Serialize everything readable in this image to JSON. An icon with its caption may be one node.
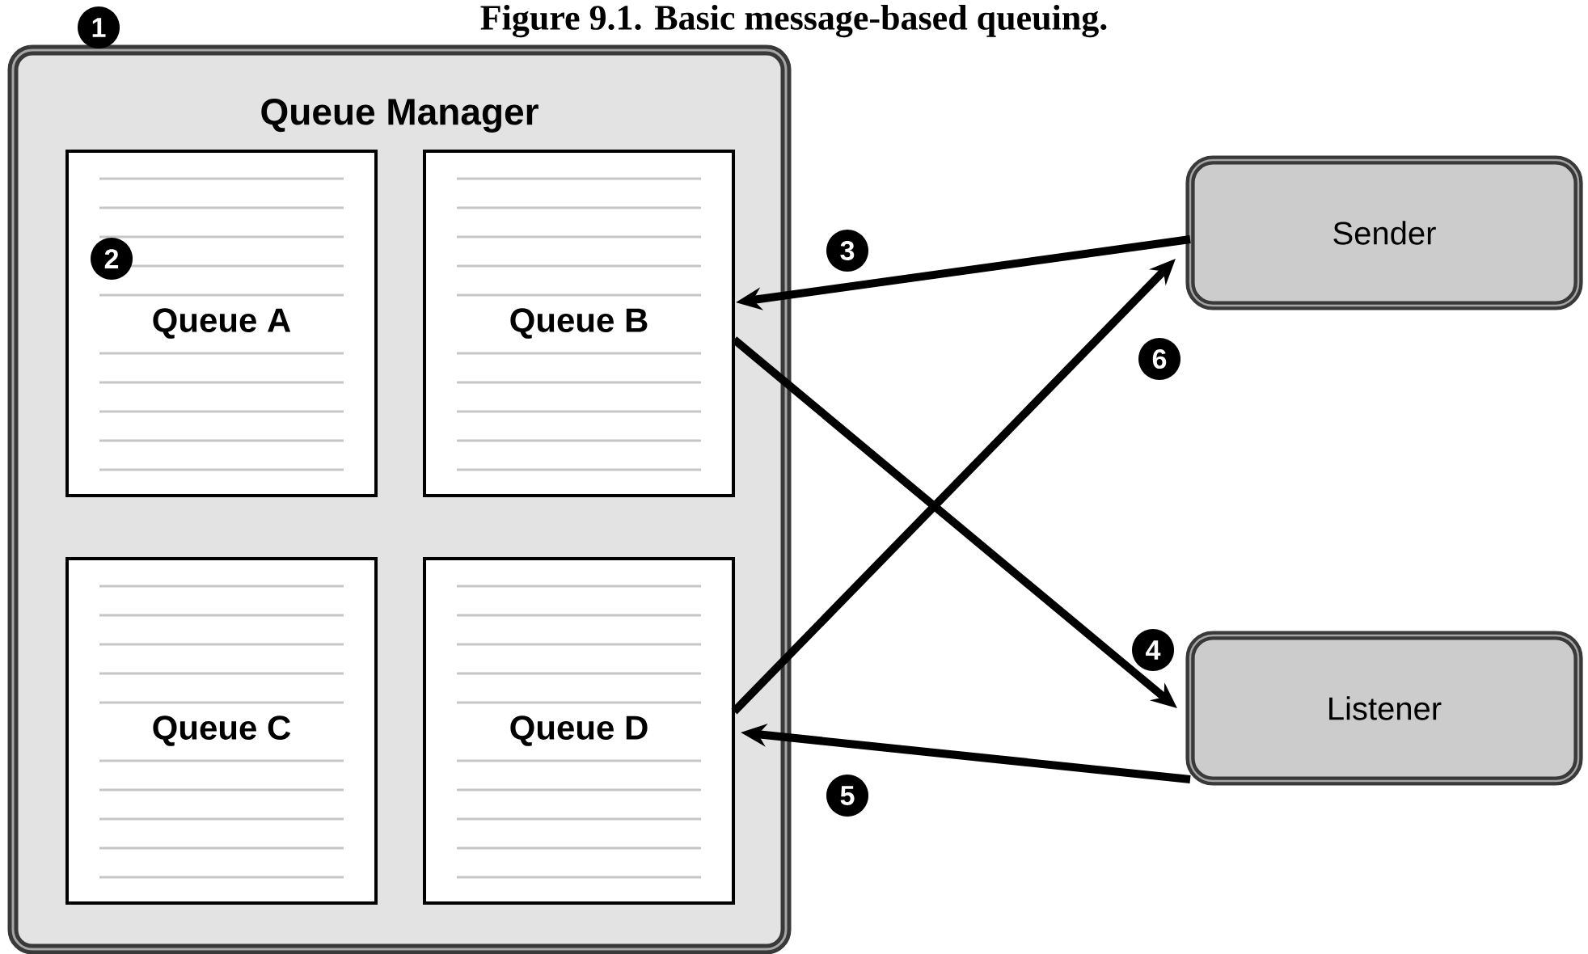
{
  "diagram": {
    "title": "Figure 9.1. Basic message-based queuing.",
    "nodes": [
      {
        "text": [
          "Queue Manager"
        ]
      },
      {
        "text": [
          "Queue A"
        ],
        "in": 0
      },
      {
        "text": [
          "Queue B"
        ],
        "in": 0
      },
      {
        "text": [
          "Queue C"
        ],
        "in": 0
      },
      {
        "text": [
          "Queue D"
        ],
        "in": 0
      },
      {
        "text": [
          "Sender"
        ]
      },
      {
        "text": [
          "Listener"
        ]
      }
    ],
    "edges": [
      {
        "from": 5,
        "to": 2,
        "arrow": "to",
        "label": "3"
      },
      {
        "from": 2,
        "to": 6,
        "arrow": "to",
        "label": "4"
      },
      {
        "from": 6,
        "to": 4,
        "arrow": "to",
        "label": "5"
      },
      {
        "from": 4,
        "to": 5,
        "arrow": "to",
        "label": "6"
      }
    ],
    "labels": [
      "1",
      "2"
    ]
  }
}
